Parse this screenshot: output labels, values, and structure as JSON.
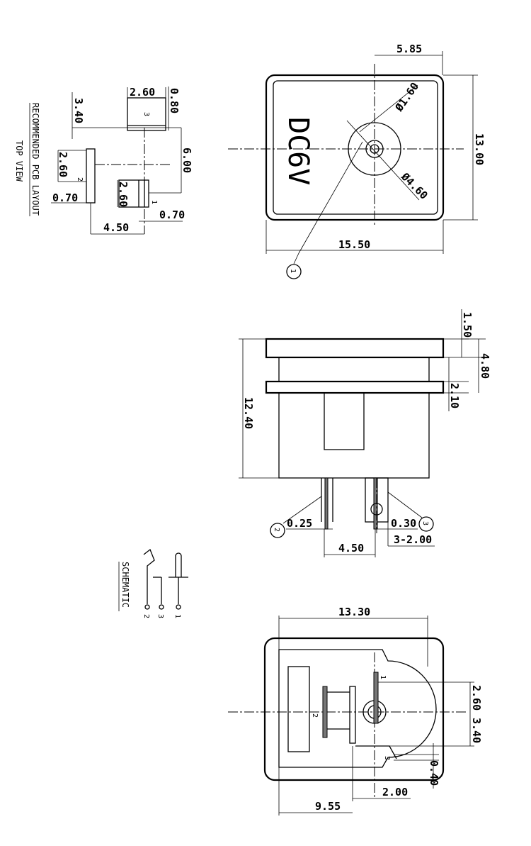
{
  "pcb_layout": {
    "title_1": "RECOMMENDED PCB LAYOUT",
    "title_2": "TOP VIEW",
    "dims": [
      "2.60",
      "0.80",
      "3.40",
      "6.00",
      "2.60",
      "2.60",
      "0.70",
      "0.70",
      "4.50"
    ],
    "pin_labels": [
      "3",
      "2",
      "1"
    ]
  },
  "front_view": {
    "marking": "DC6V",
    "dims": [
      "5.85",
      "13.00",
      "15.50"
    ],
    "diameters": [
      "Ø1.60",
      "Ø4.60"
    ],
    "callout": "1"
  },
  "side_view": {
    "dims": [
      "1.50",
      "4.80",
      "2.10",
      "12.40",
      "0.25",
      "0.30",
      "3-2.00",
      "4.50"
    ],
    "callouts": [
      "2",
      "3"
    ]
  },
  "schematic": {
    "title": "SCHEMATIC",
    "pin_labels": [
      "2",
      "3",
      "1"
    ]
  },
  "bottom_view": {
    "dims": [
      "13.30",
      "2.60",
      "3.40",
      "0.40",
      "2.00",
      "9.55"
    ],
    "pin_labels": [
      "1",
      "2",
      "3"
    ]
  }
}
